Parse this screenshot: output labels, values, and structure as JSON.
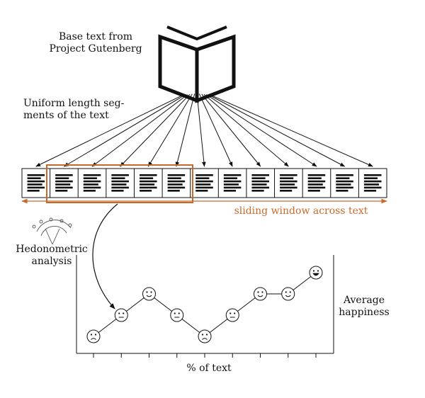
{
  "labels": {
    "base_text_line1": "Base text from",
    "base_text_line2": "Project Gutenberg",
    "segments_line1": "Uniform length seg-",
    "segments_line2": "ments of the text",
    "sliding_window": "sliding window across text",
    "hedonometric_line1": "Hedonometric",
    "hedonometric_line2": "analysis",
    "average_line1": "Average",
    "average_line2": "happiness",
    "x_axis": "% of text"
  },
  "colors": {
    "ink": "#111111",
    "accent_orange": "#c8692a"
  },
  "icons": {
    "book": "open-book-icon",
    "gauge": "hedonometer-gauge-icon"
  },
  "segments": {
    "count": 13,
    "window_start": 1,
    "window_size": 5
  },
  "chart_data": {
    "type": "line",
    "title": "",
    "xlabel": "% of text",
    "ylabel": "Average happiness",
    "series": [
      {
        "values": [
          1,
          3,
          5,
          3,
          1,
          3,
          5,
          5,
          7
        ],
        "faces": [
          "sad",
          "neutral",
          "happy",
          "neutral",
          "sad",
          "neutral",
          "happy",
          "happy",
          "grin"
        ]
      }
    ],
    "x_ticks": 9,
    "grid": false
  }
}
